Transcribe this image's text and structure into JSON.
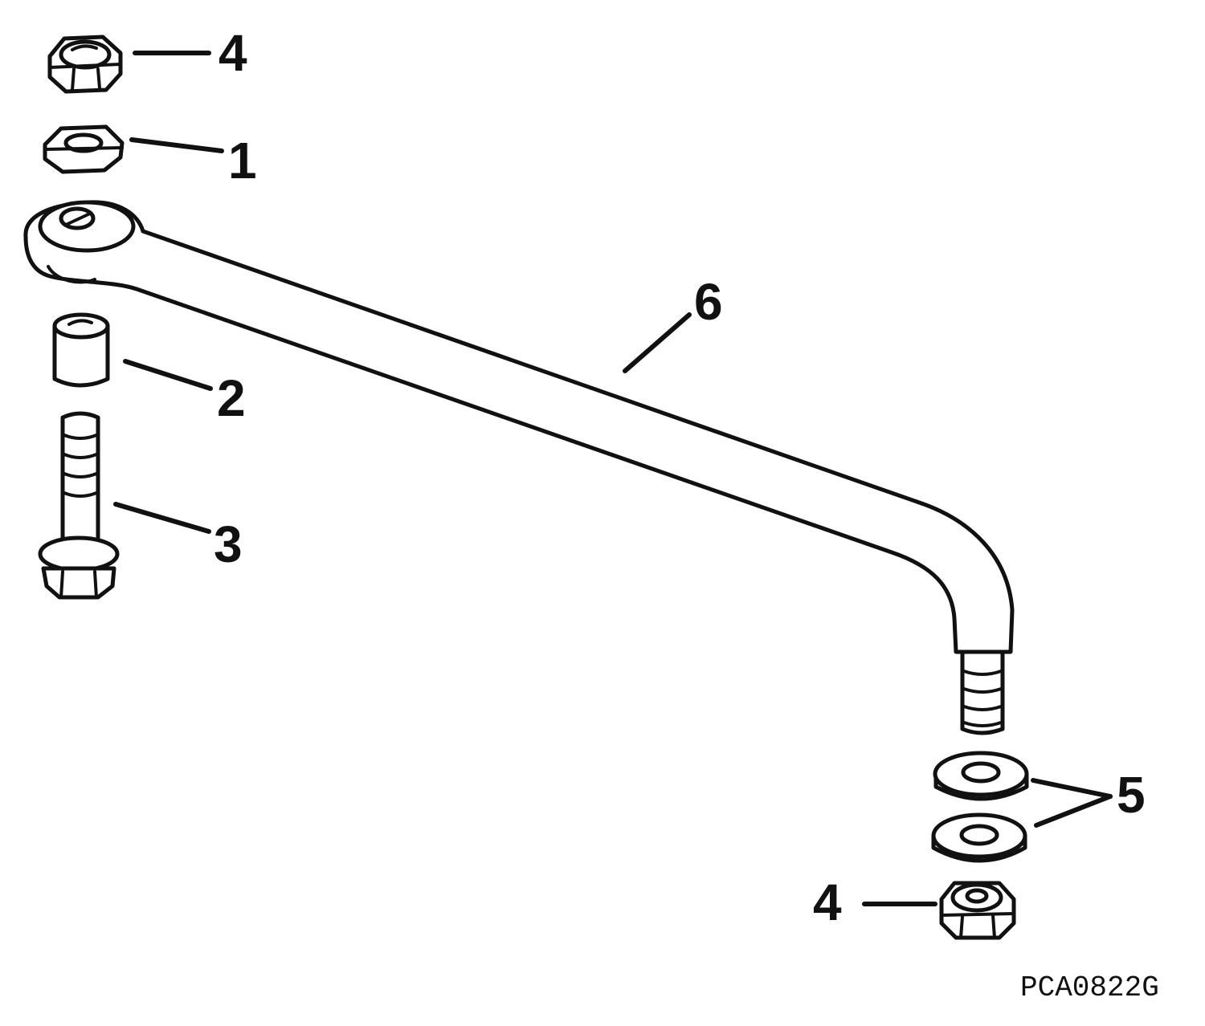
{
  "callouts": {
    "nut_top": "4",
    "nut_flat": "1",
    "spacer": "2",
    "bolt": "3",
    "washers": "5",
    "nut_bottom": "4",
    "link_rod": "6"
  },
  "figure_code": "PCA0822G"
}
